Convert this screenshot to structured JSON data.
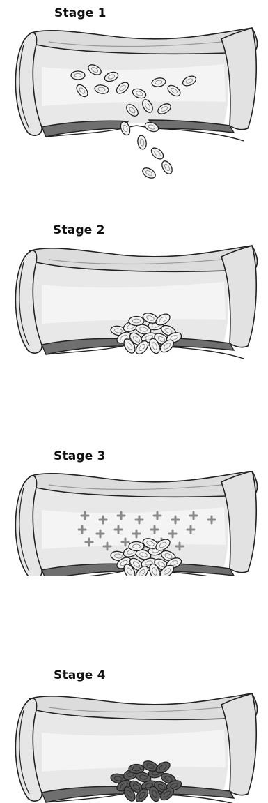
{
  "stages": [
    {
      "label": "Stage 1",
      "cells": "scattered",
      "mesh": false,
      "clot_shade": "light"
    },
    {
      "label": "Stage 2",
      "cells": "plug",
      "mesh": false,
      "clot_shade": "light"
    },
    {
      "label": "Stage 3",
      "cells": "plug",
      "mesh": true,
      "clot_shade": "light"
    },
    {
      "label": "Stage 4",
      "cells": "plug",
      "mesh": false,
      "clot_shade": "dark"
    }
  ],
  "colors": {
    "vessel_fill": "#dcdcdc",
    "vessel_inner": "#e8e8e8",
    "vessel_wall_dark": "#6f6f6f",
    "outline": "#222222",
    "cell_fill": "#f2f2f2",
    "cell_dark": "#5a5a5a",
    "mesh": "#8a8a8a"
  }
}
